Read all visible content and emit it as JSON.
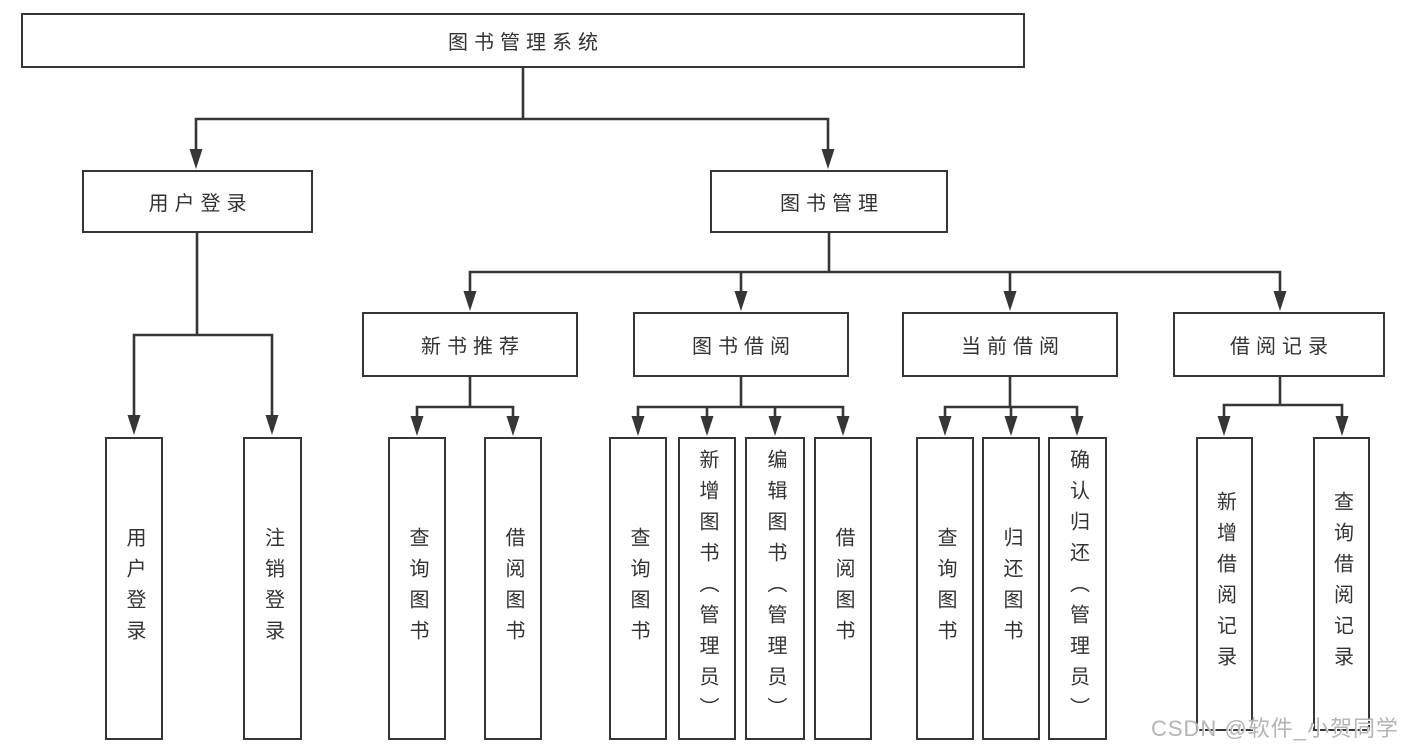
{
  "diagram": {
    "root": {
      "label": "图书管理系统"
    },
    "login": {
      "label": "用户登录",
      "children": [
        {
          "label": "用户登录"
        },
        {
          "label": "注销登录"
        }
      ]
    },
    "management": {
      "label": "图书管理",
      "modules": [
        {
          "label": "新书推荐",
          "children": [
            {
              "label": "查询图书"
            },
            {
              "label": "借阅图书"
            }
          ]
        },
        {
          "label": "图书借阅",
          "children": [
            {
              "label": "查询图书"
            },
            {
              "label": "新增图书（管理员）"
            },
            {
              "label": "编辑图书（管理员）"
            },
            {
              "label": "借阅图书"
            }
          ]
        },
        {
          "label": "当前借阅",
          "children": [
            {
              "label": "查询图书"
            },
            {
              "label": "归还图书"
            },
            {
              "label": "确认归还（管理员）"
            }
          ]
        },
        {
          "label": "借阅记录",
          "children": [
            {
              "label": "新增借阅记录"
            },
            {
              "label": "查询借阅记录"
            }
          ]
        }
      ]
    }
  },
  "watermark": {
    "text": "CSDN @软件_小贺同学"
  },
  "colors": {
    "line": "#363636",
    "text": "#333333",
    "box_background": "#ffffff",
    "watermark": "#b4b4b4"
  }
}
